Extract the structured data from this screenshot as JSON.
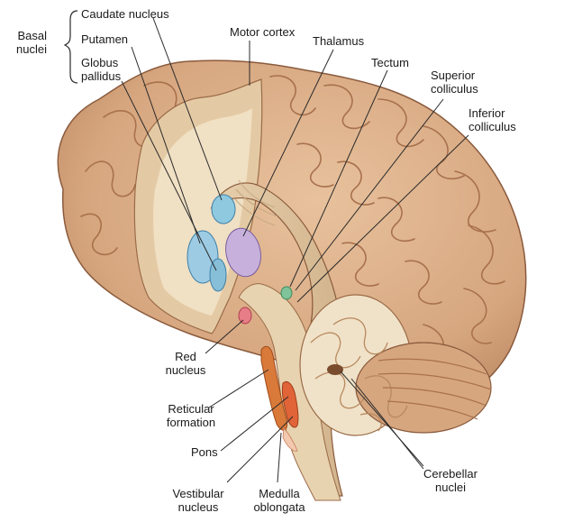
{
  "labels": {
    "basal_nuclei": [
      "Basal",
      "nuclei"
    ],
    "caudate_nucleus": "Caudate nucleus",
    "putamen": "Putamen",
    "globus_pallidus": [
      "Globus",
      "pallidus"
    ],
    "motor_cortex": "Motor cortex",
    "thalamus": "Thalamus",
    "tectum": "Tectum",
    "superior_colliculus": [
      "Superior",
      "colliculus"
    ],
    "inferior_colliculus": [
      "Inferior",
      "colliculus"
    ],
    "red_nucleus": [
      "Red",
      "nucleus"
    ],
    "reticular_formation": [
      "Reticular",
      "formation"
    ],
    "pons": "Pons",
    "vestibular_nucleus": [
      "Vestibular",
      "nucleus"
    ],
    "medulla_oblongata": [
      "Medulla",
      "oblongata"
    ],
    "cerebellar_nuclei": [
      "Cerebellar",
      "nuclei"
    ]
  },
  "colors": {
    "brain_surface": "#dcb08a",
    "brain_shadow": "#b47e58",
    "cut_surface": "#ead5b4",
    "caudate": "#8ec9e0",
    "putamen": "#9ccbe3",
    "globus_pallidus": "#87bfd8",
    "thalamus": "#c7b1dc",
    "red_nucleus": "#e77d86",
    "vestibular": "#e06438",
    "reticular": "#d97a3a",
    "colliculus": "#7fc39a"
  }
}
